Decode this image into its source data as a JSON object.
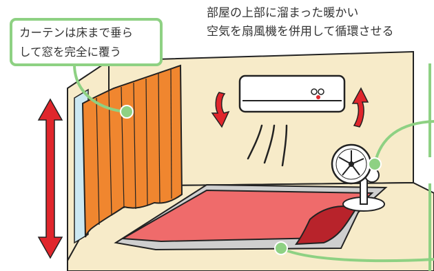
{
  "callout_curtain": {
    "line1": "カーテンは床まで垂ら",
    "line2": "して窓を完全に覆う"
  },
  "caption_airflow": {
    "line1": "部屋の上部に溜まった暖かい",
    "line2": "空気を扇風機を併用して循環させる"
  },
  "colors": {
    "room_wall": "#f7ebc9",
    "outline": "#222222",
    "curtain": "#f0862f",
    "carpet": "#ef6b6b",
    "carpet_underside": "#b8232b",
    "underlay": "#cfcfcf",
    "window": "#cce8f2",
    "arrow": "#e0262c",
    "callout_line": "#8ed183"
  },
  "icons": [
    "air-conditioner-icon",
    "electric-fan-icon",
    "up-down-arrow-icon",
    "circulation-arrow-icon"
  ]
}
